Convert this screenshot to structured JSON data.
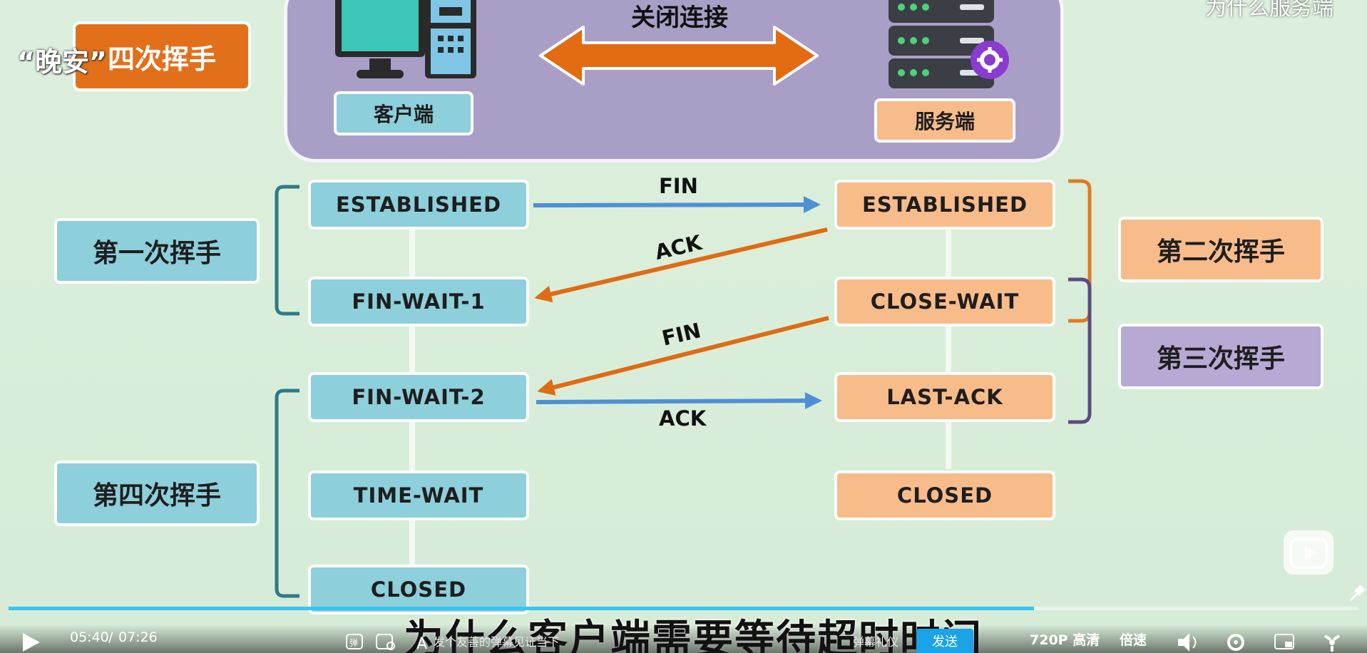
{
  "header": {
    "goodnight": "“晚安”",
    "title": "四次挥手",
    "top_right_partial": "为什么服务端",
    "close_connection": "关闭连接",
    "client_label": "客户端",
    "server_label": "服务端"
  },
  "client_states": [
    "ESTABLISHED",
    "FIN-WAIT-1",
    "FIN-WAIT-2",
    "TIME-WAIT",
    "CLOSED"
  ],
  "server_states": [
    "ESTABLISHED",
    "CLOSE-WAIT",
    "LAST-ACK",
    "CLOSED"
  ],
  "handshakes": {
    "first": "第一次挥手",
    "second": "第二次挥手",
    "third": "第三次挥手",
    "fourth": "第四次挥手"
  },
  "messages": {
    "fin1": "FIN",
    "ack1": "ACK",
    "fin2": "FIN",
    "ack2": "ACK"
  },
  "subtitle": "为什么客户端需要等待超时时间",
  "player": {
    "current_time": "05:40",
    "separator": "/",
    "total_time": "07:26",
    "progress": 0.76,
    "danmaku_placeholder": "发个友善的弹幕见证当下",
    "danmaku_etiquette": "弹幕礼仪",
    "send": "发送",
    "quality": "720P 高清",
    "speed": "倍速"
  },
  "colors": {
    "client_box": "#8dcfdb",
    "server_box": "#f8bc8a",
    "third_box": "#b7a8d4",
    "arrow_blue": "#4f8fd6",
    "arrow_orange": "#df6b14",
    "panel": "#a99fc6"
  },
  "icons": [
    "play-icon",
    "danmaku-toggle-icon",
    "danmaku-settings-icon",
    "danmaku-style-icon",
    "volume-icon",
    "settings-icon",
    "pip-icon",
    "fullscreen-icon",
    "bilibili-tv-icon",
    "pin-icon"
  ]
}
